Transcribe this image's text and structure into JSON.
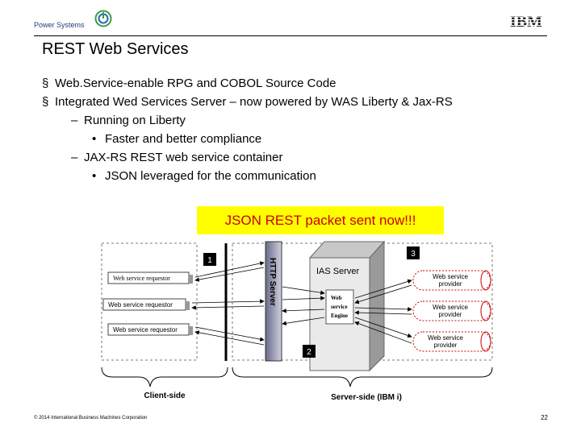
{
  "header": {
    "brand_text": "Power Systems",
    "ibm_logo_text": "IBM"
  },
  "slide": {
    "title": "REST Web Services",
    "bullets": [
      {
        "marker": "§",
        "text": "Web.Service-enable RPG and COBOL Source Code"
      },
      {
        "marker": "§",
        "text": "Integrated Wed Services Server – now powered by WAS Liberty & Jax-RS"
      },
      {
        "marker": "–",
        "text": "Running on Liberty"
      },
      {
        "marker": "•",
        "text": "Faster and better compliance"
      },
      {
        "marker": "–",
        "text": "JAX-RS REST web service container"
      },
      {
        "marker": "•",
        "text": "JSON leveraged for the communication"
      }
    ],
    "callout": "JSON REST packet sent now!!!"
  },
  "diagram": {
    "requestors": [
      "Web service requestor",
      "Web service requestor",
      "Web service requestor"
    ],
    "http_server": "HTTP Server",
    "ias_server": "IAS Server",
    "engine_lines": [
      "Web",
      "service",
      "Engine"
    ],
    "providers": [
      {
        "line1": "Web service",
        "line2": "provider"
      },
      {
        "line1": "Web service",
        "line2": "provider"
      },
      {
        "line1": "Web service",
        "line2": "provider"
      }
    ],
    "markers": [
      "1",
      "2",
      "3"
    ],
    "client_side": "Client-side",
    "server_side": "Server-side (IBM i)"
  },
  "footer": {
    "copyright": "© 2014 International Business Machines Corporation",
    "page": "22"
  },
  "colors": {
    "callout_bg": "#ffff00",
    "callout_text": "#cc0000",
    "provider_outline": "#cc0000",
    "brand_blue": "#1f3d7a"
  }
}
